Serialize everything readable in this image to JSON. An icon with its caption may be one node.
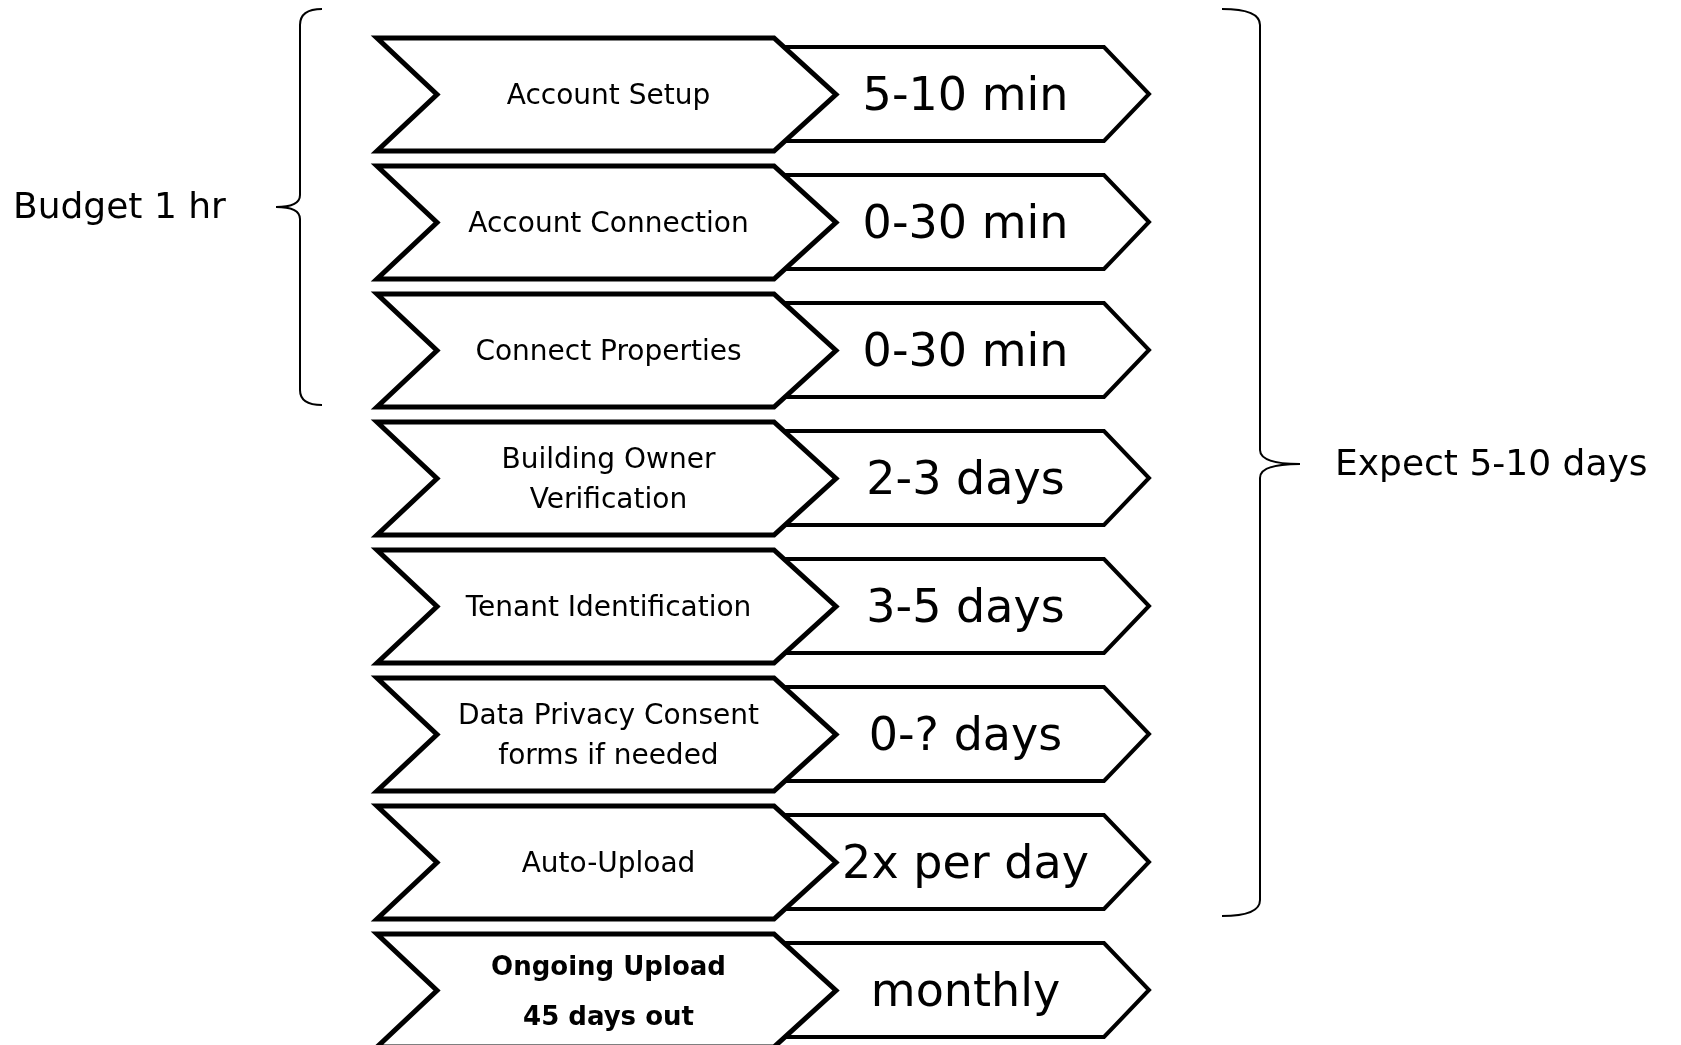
{
  "diagram": {
    "nodes": [
      {
        "text": [
          "Account Setup"
        ]
      },
      {
        "text": [
          "5-10 min"
        ]
      },
      {
        "text": [
          "Account Connection"
        ]
      },
      {
        "text": [
          "0-30 min"
        ]
      },
      {
        "text": [
          "Connect Properties"
        ]
      },
      {
        "text": [
          "0-30 min"
        ]
      },
      {
        "text": [
          "Building Owner Verification"
        ]
      },
      {
        "text": [
          "2-3 days"
        ]
      },
      {
        "text": [
          "Tenant Identification"
        ]
      },
      {
        "text": [
          "3-5 days"
        ]
      },
      {
        "text": [
          "Data Privacy Consent forms if needed"
        ]
      },
      {
        "text": [
          "0-? days"
        ]
      },
      {
        "text": [
          "Auto-Upload"
        ]
      },
      {
        "text": [
          "2x per day"
        ]
      },
      {
        "text": [
          "Ongoing Upload 45 days out"
        ]
      },
      {
        "text": [
          "monthly"
        ]
      }
    ],
    "edges": [],
    "labels": [
      "Budget 1 hr",
      "Expect 5-10 days"
    ]
  }
}
